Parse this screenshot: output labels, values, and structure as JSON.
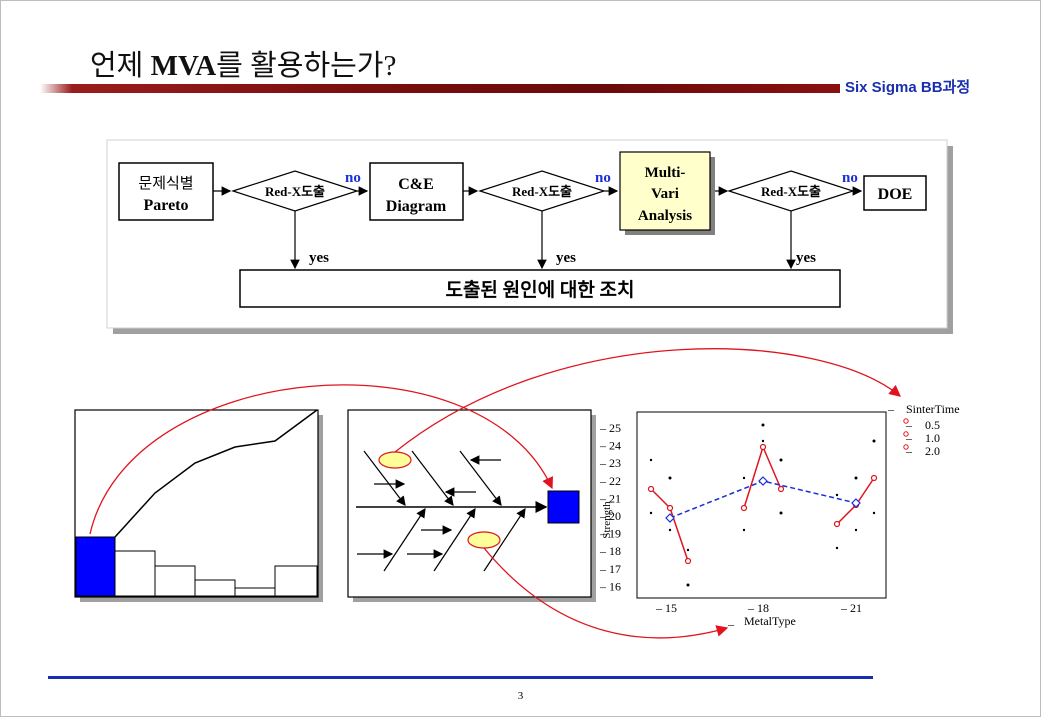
{
  "header": {
    "title_pre": "언제 ",
    "title_bold": "MVA",
    "title_post": "를 활용하는가?",
    "course": "Six Sigma BB과정"
  },
  "flow": {
    "box1_line1": "문제식별",
    "box1_line2": "Pareto",
    "decision": "Red-X도출",
    "box2_line1": "C&E",
    "box2_line2": "Diagram",
    "box3_line1": "Multi-",
    "box3_line2": "Vari",
    "box3_line3": "Analysis",
    "box4": "DOE",
    "no": "no",
    "yes": "yes",
    "action": "도출된 원인에 대한 조치"
  },
  "plot": {
    "legend_title": "SinterTime",
    "legend_items": [
      "0.5",
      "1.0",
      "2.0"
    ],
    "ylabel": "Strength",
    "xlabel": "MetalType",
    "yticks": [
      "25",
      "24",
      "23",
      "22",
      "21",
      "20",
      "19",
      "18",
      "17",
      "16"
    ],
    "xticks": [
      "15",
      "18",
      "21"
    ],
    "colors": {
      "means": "#e0141e",
      "overall": "#1a2fd6"
    }
  },
  "footer": {
    "page": "3"
  }
}
